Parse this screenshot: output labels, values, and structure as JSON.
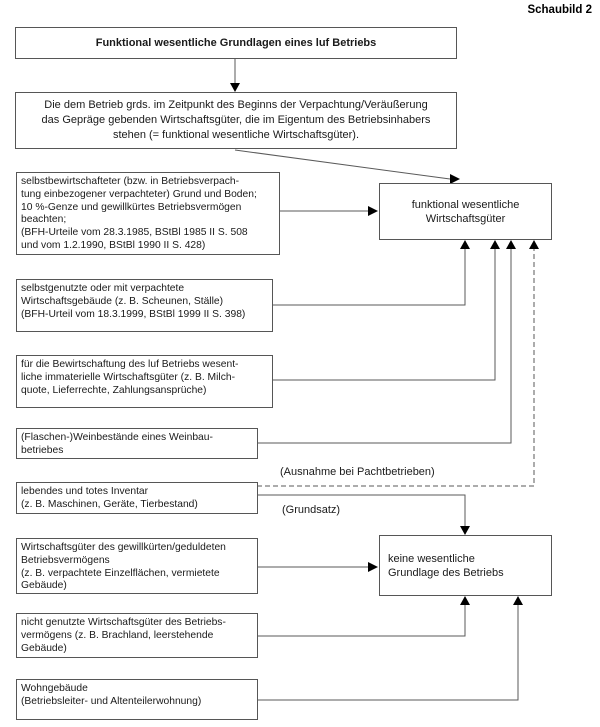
{
  "page": {
    "header": "Schaubild 2"
  },
  "diagram": {
    "title_box": "Funktional wesentliche Grundlagen eines luf Betriebs",
    "intro_box": [
      "Die dem Betrieb grds. im Zeitpunkt des Beginns der Verpachtung/Veräußerung",
      "das Gepräge gebenden Wirtschaftsgüter, die im Eigentum des Betriebsinhabers",
      "stehen (= funktional wesentliche Wirtschaftsgüter)."
    ],
    "essential_box": [
      "funktional wesentliche",
      "Wirtschaftsgüter"
    ],
    "non_essential_box": [
      "keine wesentliche",
      "Grundlage des Betriebs"
    ],
    "left_boxes": [
      {
        "id": "grund-und-boden",
        "lines": [
          "selbstbewirtschafteter (bzw. in Betriebsverpach-",
          "tung einbezogener verpachteter) Grund und Boden;",
          "10 %-Genze und gewillkürtes Betriebsvermögen",
          "beachten;",
          "(BFH-Urteile vom 28.3.1985, BStBl 1985 II S. 508",
          "und vom 1.2.1990, BStBl 1990 II S. 428)"
        ]
      },
      {
        "id": "wirtschaftsgebaeude",
        "lines": [
          "selbstgenutzte oder mit verpachtete",
          "Wirtschaftsgebäude (z. B. Scheunen, Ställe)",
          "(BFH-Urteil vom 18.3.1999, BStBl 1999 II S. 398)"
        ]
      },
      {
        "id": "immaterielle-wirtschaftsgueter",
        "lines": [
          "für die Bewirtschaftung des luf Betriebs wesent-",
          "liche immaterielle Wirtschaftsgüter (z. B. Milch-",
          "quote, Lieferrechte, Zahlungsansprüche)"
        ]
      },
      {
        "id": "weinbestaende",
        "lines": [
          "(Flaschen-)Weinbestände eines Weinbau-",
          "betriebes"
        ]
      },
      {
        "id": "inventar",
        "lines": [
          "lebendes und totes Inventar",
          "(z. B. Maschinen, Geräte, Tierbestand)"
        ]
      },
      {
        "id": "gewillkuertes-betriebsvermoegen",
        "lines": [
          "Wirtschaftsgüter des gewillkürten/geduldeten",
          "Betriebsvermögens",
          "(z. B. verpachtete Einzelflächen, vermietete",
          "Gebäude)"
        ]
      },
      {
        "id": "nicht-genutzte-wirtschaftsgueter",
        "lines": [
          "nicht genutzte Wirtschaftsgüter des Betriebs-",
          "vermögens (z. B. Brachland, leerstehende",
          "Gebäude)"
        ]
      },
      {
        "id": "wohngebaeude",
        "lines": [
          "Wohngebäude",
          "(Betriebsleiter- und Altenteilerwohnung)"
        ]
      }
    ],
    "edge_labels": {
      "exception": "(Ausnahme bei Pachtbetrieben)",
      "rule": "(Grundsatz)"
    }
  }
}
